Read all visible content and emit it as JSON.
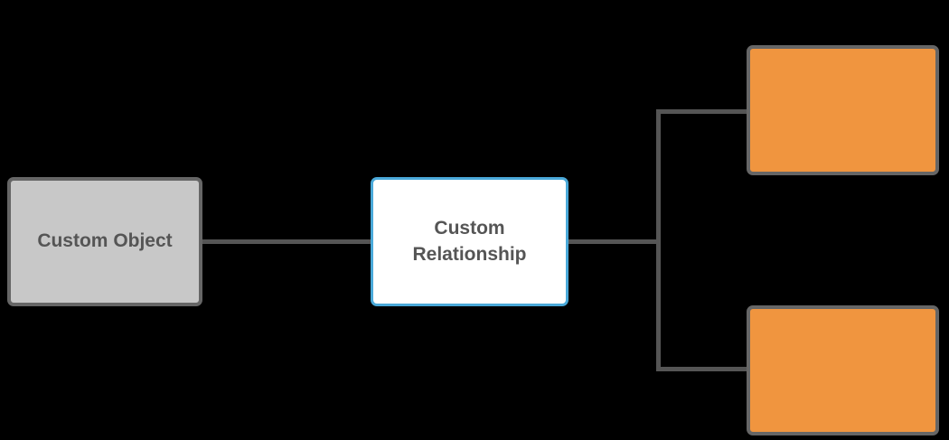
{
  "diagram": {
    "title": "custom-relationship-diagram",
    "nodes": {
      "custom_object": {
        "label": "Custom Object"
      },
      "custom_relationship": {
        "label": "Custom Relationship"
      },
      "target_top": {
        "label": ""
      },
      "target_bottom": {
        "label": ""
      }
    },
    "connections": [
      {
        "from": "custom_object",
        "to": "custom_relationship",
        "style": "straight"
      },
      {
        "from": "custom_relationship",
        "to": "target_top",
        "style": "elbow"
      },
      {
        "from": "custom_relationship",
        "to": "target_bottom",
        "style": "elbow"
      }
    ]
  },
  "colors": {
    "canvas_bg": "#000000",
    "node_text": "#555555",
    "gray_node_fill": "#c8c8c8",
    "gray_node_border": "#666666",
    "white_node_fill": "#ffffff",
    "blue_node_border": "#4aa9d9",
    "orange_node_fill": "#f0953f",
    "orange_node_border": "#666666",
    "connector_color": "#555555"
  }
}
